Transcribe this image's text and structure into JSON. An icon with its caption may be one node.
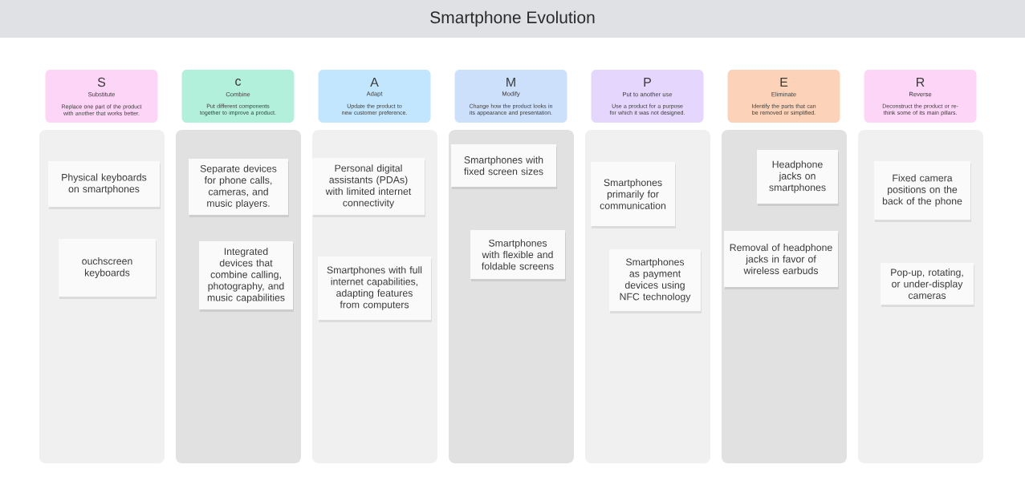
{
  "diagram": {
    "title": "Smartphone Evolution",
    "nodes": [
      {
        "text": [
          "S",
          "Substitute",
          "Replace one part of the product with another that works better."
        ]
      },
      {
        "text": [
          "c",
          "Combine",
          "Put different components together to improve a product."
        ]
      },
      {
        "text": [
          "A",
          "Adapt",
          "Update the product to new customer preference."
        ]
      },
      {
        "text": [
          "M",
          "Modify",
          "Change how the product looks in its appearance and presentation."
        ]
      },
      {
        "text": [
          "P",
          "Put to another use",
          "Use a product for a purpose for which it was not designed."
        ]
      },
      {
        "text": [
          "E",
          "Eliminate",
          "Identify the parts that can be removed or simplified."
        ]
      },
      {
        "text": [
          "R",
          "Reverse",
          "Deconstruct the product or re-think some of its main pillars."
        ]
      },
      {
        "text": [],
        "shape": "box"
      },
      {
        "text": [
          "Physical keyboards on smartphones"
        ],
        "in": 7
      },
      {
        "text": [
          "ouchscreen keyboards"
        ],
        "in": 7
      },
      {
        "text": [],
        "shape": "box"
      },
      {
        "text": [
          "Separate devices for phone calls, cameras, and music players."
        ],
        "in": 10
      },
      {
        "text": [
          "Integrated devices that combine calling, photography, and music capabilities"
        ],
        "in": 10
      },
      {
        "text": [],
        "shape": "box"
      },
      {
        "text": [
          "Personal digital assistants (PDAs) with limited internet connectivity"
        ],
        "in": 13
      },
      {
        "text": [
          "Smartphones with full internet capabilities, adapting features from computers"
        ],
        "in": 13
      },
      {
        "text": [],
        "shape": "box"
      },
      {
        "text": [
          "Smartphones with fixed screen sizes"
        ],
        "in": 16
      },
      {
        "text": [
          "Smartphones with flexible and foldable screens"
        ],
        "in": 16
      },
      {
        "text": [],
        "shape": "box"
      },
      {
        "text": [
          "Smartphones primarily for communication"
        ],
        "in": 19
      },
      {
        "text": [
          "Smartphones as payment devices using NFC technology"
        ],
        "in": 19
      },
      {
        "text": [],
        "shape": "box"
      },
      {
        "text": [
          "Headphone jacks on smartphones"
        ],
        "in": 22
      },
      {
        "text": [
          "Removal of headphone jacks in favor of wireless earbuds"
        ],
        "in": 22
      },
      {
        "text": [],
        "shape": "box"
      },
      {
        "text": [
          "Fixed camera positions on the back of the phone"
        ],
        "in": 25
      },
      {
        "text": [
          "Pop-up, rotating, or under-display cameras"
        ],
        "in": 25
      }
    ]
  }
}
